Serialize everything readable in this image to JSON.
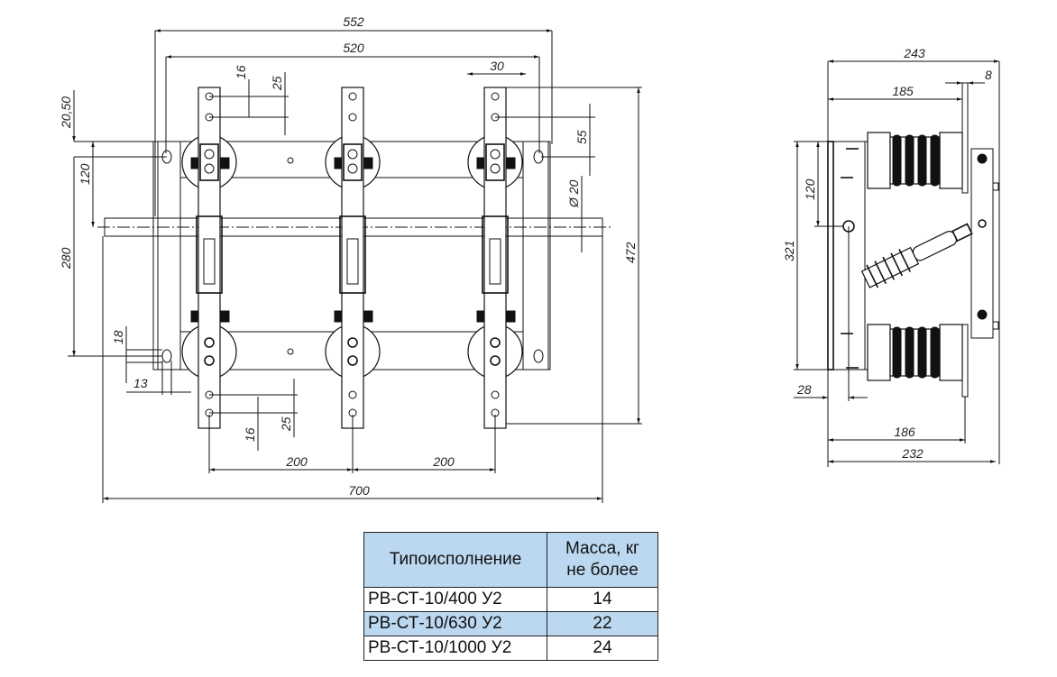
{
  "front_view": {
    "dimensions": {
      "overall_width": "552",
      "frame_width": "520",
      "hole_spacing_top": "16",
      "hole_offset_top": "25",
      "blade_width": "30",
      "edge_offset": "20,50",
      "mount_hole_height": "120",
      "mount_hole_offset": "55",
      "shaft_diameter": "Ø 20",
      "overall_height": "472",
      "shaft_to_slot": "280",
      "slot_height": "18",
      "slot_width": "13",
      "hole_spacing_bottom": "16",
      "hole_offset_bottom": "25",
      "pole_pitch_left": "200",
      "pole_pitch_right": "200",
      "shaft_length": "700"
    }
  },
  "side_view": {
    "dimensions": {
      "overall_width": "243",
      "plate_thickness": "8",
      "insulator_reach": "185",
      "hole_height": "120",
      "overall_height": "321",
      "hole_offset": "28",
      "bottom_reach": "186",
      "base_width": "232"
    }
  },
  "table": {
    "headers": {
      "type": "Типоисполнение",
      "mass_line1": "Масса, кг",
      "mass_line2": "не более"
    },
    "rows": [
      {
        "type": "РВ-СТ-10/400 У2",
        "mass": "14"
      },
      {
        "type": "РВ-СТ-10/630 У2",
        "mass": "22"
      },
      {
        "type": "РВ-СТ-10/1000 У2",
        "mass": "24"
      }
    ],
    "colors": {
      "header_bg": "#bcd8f0",
      "highlight_row_bg": "#bcd8f0"
    }
  }
}
